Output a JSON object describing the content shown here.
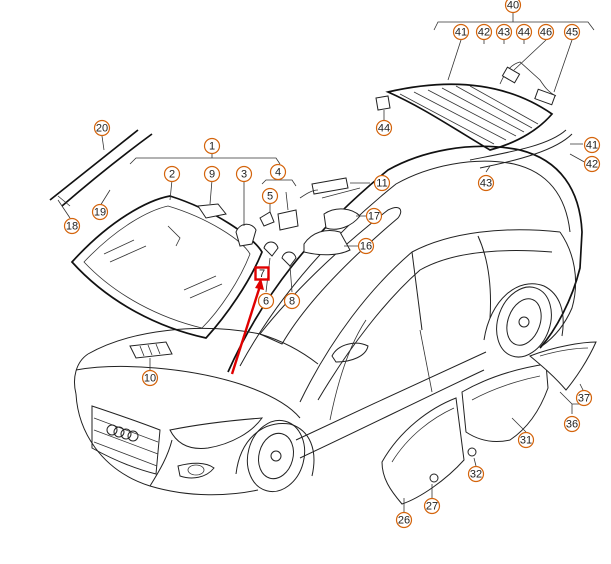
{
  "diagram": {
    "colors": {
      "callout_ring": "#d4640c",
      "ink": "#222222",
      "highlight": "#e00000"
    },
    "callouts": [
      {
        "id": "40",
        "label": "40"
      },
      {
        "id": "41a",
        "label": "41"
      },
      {
        "id": "42a",
        "label": "42"
      },
      {
        "id": "43a",
        "label": "43"
      },
      {
        "id": "44a",
        "label": "44"
      },
      {
        "id": "46",
        "label": "46"
      },
      {
        "id": "45",
        "label": "45"
      },
      {
        "id": "44b",
        "label": "44"
      },
      {
        "id": "41b",
        "label": "41"
      },
      {
        "id": "42b",
        "label": "42"
      },
      {
        "id": "43b",
        "label": "43"
      },
      {
        "id": "20",
        "label": "20"
      },
      {
        "id": "1",
        "label": "1"
      },
      {
        "id": "2",
        "label": "2"
      },
      {
        "id": "9",
        "label": "9"
      },
      {
        "id": "3",
        "label": "3"
      },
      {
        "id": "4",
        "label": "4"
      },
      {
        "id": "5",
        "label": "5"
      },
      {
        "id": "11",
        "label": "11"
      },
      {
        "id": "17",
        "label": "17"
      },
      {
        "id": "16",
        "label": "16"
      },
      {
        "id": "19",
        "label": "19"
      },
      {
        "id": "18",
        "label": "18"
      },
      {
        "id": "7",
        "label": "7"
      },
      {
        "id": "6",
        "label": "6"
      },
      {
        "id": "8",
        "label": "8"
      },
      {
        "id": "10",
        "label": "10"
      },
      {
        "id": "37",
        "label": "37"
      },
      {
        "id": "36",
        "label": "36"
      },
      {
        "id": "31",
        "label": "31"
      },
      {
        "id": "32",
        "label": "32"
      },
      {
        "id": "27",
        "label": "27"
      },
      {
        "id": "26",
        "label": "26"
      }
    ]
  }
}
